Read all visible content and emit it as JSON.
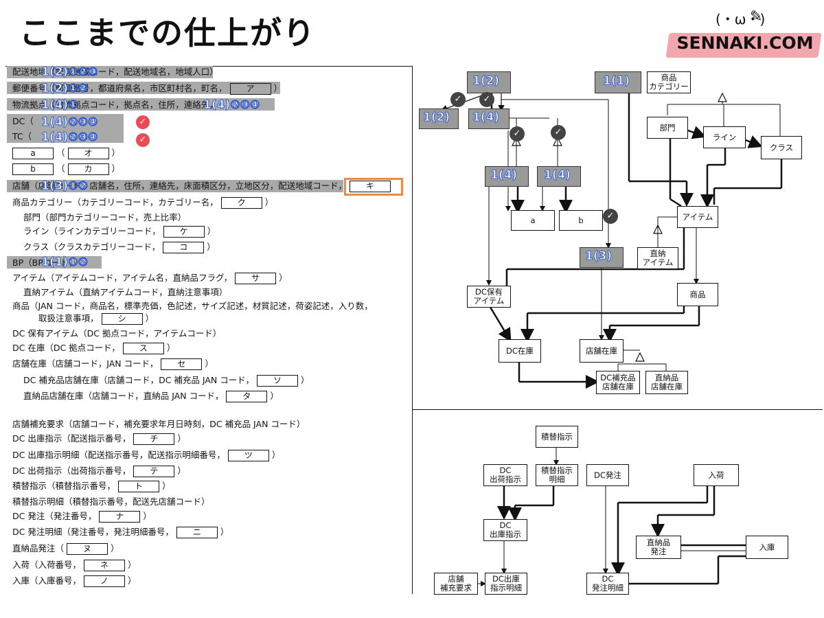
{
  "title": "ここまでの仕上がり",
  "logo": {
    "text": "SENNAKI.COM",
    "face": "(・ω・)"
  },
  "left_rows": [
    {
      "id": "r1",
      "text": "配送地域（配送地域コード，配送地域名，地域人口）"
    },
    {
      "id": "r2",
      "text": "郵便番号（郵便番号，都道府県名，市区町村名，町名，"
    },
    {
      "id": "r3",
      "text": "物流拠点（物流拠点コード，拠点名，住所，連絡先，"
    },
    {
      "id": "r4",
      "text": "DC（"
    },
    {
      "id": "r5",
      "text": "TC（"
    },
    {
      "id": "r6",
      "text": "店舗（店舗コード，店舗名，住所，連絡先，床面積区分，立地区分，配送地域コード，"
    },
    {
      "id": "r7",
      "text": "商品カテゴリー（カテゴリーコード，カテゴリー名，"
    },
    {
      "id": "r8",
      "text": "部門（部門カテゴリーコード，売上比率）"
    },
    {
      "id": "r9",
      "text": "ライン（ラインカテゴリーコード，"
    },
    {
      "id": "r10",
      "text": "クラス（クラスカテゴリーコード，"
    },
    {
      "id": "r11",
      "text": "BP（BPコード，"
    },
    {
      "id": "r12",
      "text": "アイテム（アイテムコード，アイテム名，直納品フラグ，"
    },
    {
      "id": "r13",
      "text": "直納アイテム（直納アイテムコード，直納注意事項）"
    },
    {
      "id": "r14",
      "text": "商品（JAN コード，商品名，標準売価，色記述，サイズ記述，材質記述，荷姿記述，入り数，"
    },
    {
      "id": "r15",
      "text": "取扱注意事項，"
    },
    {
      "id": "r16",
      "text": "DC 保有アイテム（DC 拠点コード，アイテムコード）"
    },
    {
      "id": "r17",
      "text": "DC 在庫（DC 拠点コード，"
    },
    {
      "id": "r18",
      "text": "店舗在庫（店舗コード，JAN コード，"
    },
    {
      "id": "r19",
      "text": "DC 補充品店舗在庫（店舗コード，DC 補充品 JAN コード，"
    },
    {
      "id": "r20",
      "text": "直納品店舗在庫（店舗コード，直納品 JAN コード，"
    },
    {
      "id": "r21",
      "text": "店舗補充要求（店舗コード，補充要求年月日時刻，DC 補充品 JAN コード）"
    },
    {
      "id": "r22",
      "text": "DC 出庫指示（配送指示番号，"
    },
    {
      "id": "r23",
      "text": "DC 出庫指示明細（配送指示番号，配送指示明細番号，"
    },
    {
      "id": "r24",
      "text": "DC 出荷指示（出荷指示番号，"
    },
    {
      "id": "r25",
      "text": "積替指示（積替指示番号，"
    },
    {
      "id": "r26",
      "text": "積替指示明細（積替指示番号，配送先店舗コード）"
    },
    {
      "id": "r27",
      "text": "DC 発注（発注番号，"
    },
    {
      "id": "r28",
      "text": "DC 発注明細（発注番号，発注明細番号，"
    },
    {
      "id": "r29",
      "text": "直納品発注（"
    },
    {
      "id": "r30",
      "text": "入荷（入荷番号，"
    },
    {
      "id": "r31",
      "text": "入庫（入庫番号，"
    }
  ],
  "blanks": {
    "a": "a",
    "b": "b",
    "ア": "ア",
    "オ": "オ",
    "カ": "カ",
    "キ": "キ",
    "ク": "ク",
    "ケ": "ケ",
    "コ": "コ",
    "サ": "サ",
    "シ": "シ",
    "ス": "ス",
    "セ": "セ",
    "ソ": "ソ",
    "タ": "タ",
    "チ": "チ",
    "ツ": "ツ",
    "テ": "テ",
    "ト": "ト",
    "ナ": "ナ",
    "ニ": "ニ",
    "ヌ": "ヌ",
    "ネ": "ネ",
    "ノ": "ノ"
  },
  "tags": {
    "t1": "1(2)①②③",
    "t2": "1(2)①②",
    "t3": "1(4)①",
    "t3b": "1(4)②③④",
    "t4": "1(4)②③④",
    "t5": "1(4)②③④",
    "t6": "1(3)①②",
    "t7": "1(1)①②"
  },
  "diagram_top": {
    "tags": {
      "g12a": "1(2)",
      "g11": "1(1)",
      "g12b": "1(2)",
      "g14a": "1(4)",
      "g14b": "1(4)",
      "g14c": "1(4)",
      "g13": "1(3)"
    },
    "entities": {
      "cat": "商品\nカテゴリー",
      "bumon": "部門",
      "line": "ライン",
      "class": "クラス",
      "item": "アイテム",
      "jikinou": "直納\nアイテム",
      "a": "a",
      "b": "b",
      "dcitem": "DC保有\nアイテム",
      "shohin": "商品",
      "dczaiko": "DC在庫",
      "tenpozaiko": "店舗在庫",
      "dchojuten": "DC補充品\n店舗在庫",
      "jikinoten": "直納品\n店舗在庫"
    }
  },
  "diagram_bottom": {
    "entities": {
      "tsumikae": "積替指示",
      "tsumikaemeisai": "積替指示\n明細",
      "dcshukka": "DC\n出荷指示",
      "dcshukko": "DC\n出庫指示",
      "tenpohoju": "店舗\n補充要求",
      "dcshukkomeisai": "DC出庫\n指示明細",
      "dchatchu": "DC発注",
      "nyuka": "入荷",
      "jikinohatchu": "直納品\n発注",
      "nyuko": "入庫",
      "dchatchumeisai": "DC\n発注明細"
    }
  }
}
